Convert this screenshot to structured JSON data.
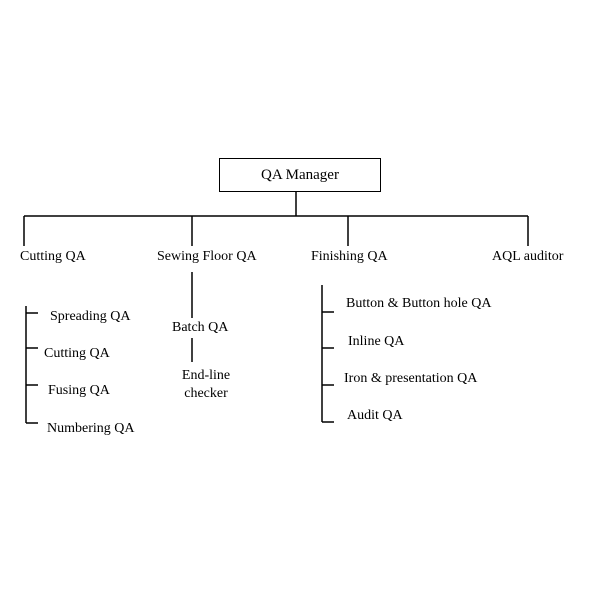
{
  "root": {
    "label": "QA Manager"
  },
  "departments": [
    {
      "label": "Cutting QA",
      "children": [
        "Spreading QA",
        "Cutting QA",
        "Fusing QA",
        "Numbering QA"
      ]
    },
    {
      "label": "Sewing Floor QA",
      "children": [
        "Batch QA",
        "End-line checker"
      ]
    },
    {
      "label": "Finishing QA",
      "children": [
        "Button & Button hole QA",
        "Inline QA",
        "Iron & presentation QA",
        "Audit QA"
      ]
    },
    {
      "label": "AQL auditor",
      "children": []
    }
  ],
  "colors": {
    "line": "#000000",
    "text": "#000000",
    "background": "#ffffff"
  }
}
